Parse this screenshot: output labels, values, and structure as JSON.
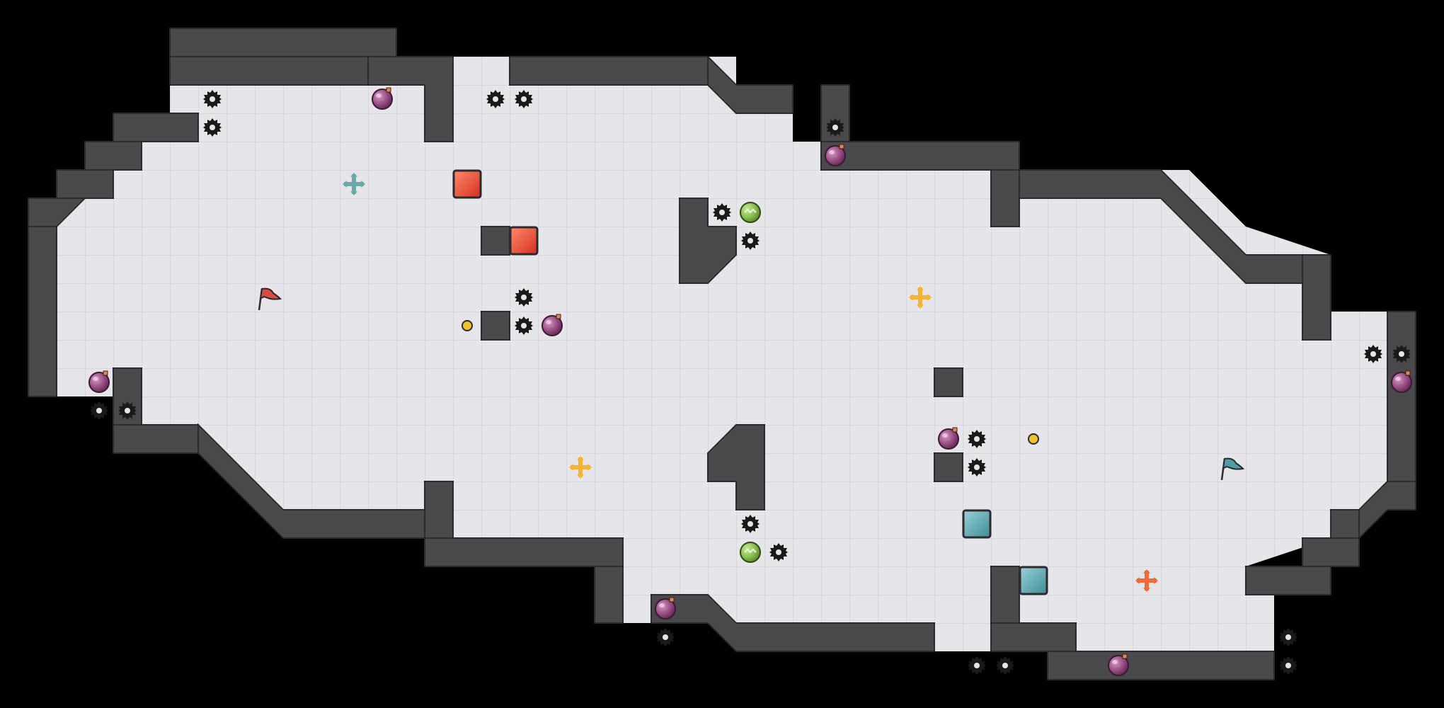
{
  "game": {
    "grid_cols": 50,
    "grid_rows": 25,
    "colors": {
      "background": "#000000",
      "floor": "#e6e6ea",
      "grid_line": "#d2d2d8",
      "wall": "#4a4a4d",
      "wall_edge": "#2b2b2d",
      "bomb": "#9b4f86",
      "bomb_green": "#8cc151",
      "red_block": "#e8452e",
      "teal_block": "#4b9aa6",
      "red_flag": "#d94a3f",
      "teal_flag": "#4d9ca8",
      "cross_teal": "#6aa9a6",
      "cross_yellow": "#f2b634",
      "cross_orange": "#ef6b3c",
      "coin": "#f2c12e"
    },
    "pieces": {
      "red_flag": {
        "col": 8,
        "row": 9
      },
      "teal_flag": {
        "col": 42,
        "row": 15
      },
      "red_blocks": [
        {
          "col": 15,
          "row": 5
        },
        {
          "col": 17,
          "row": 7
        }
      ],
      "teal_blocks": [
        {
          "col": 33,
          "row": 17
        },
        {
          "col": 35,
          "row": 19
        }
      ],
      "crosses": [
        {
          "col": 11,
          "row": 5,
          "color": "teal"
        },
        {
          "col": 31,
          "row": 9,
          "color": "yellow"
        },
        {
          "col": 19,
          "row": 15,
          "color": "yellow"
        },
        {
          "col": 39,
          "row": 19,
          "color": "orange"
        }
      ],
      "coins": [
        {
          "col": 15,
          "row": 10
        },
        {
          "col": 35,
          "row": 14
        }
      ],
      "bombs": [
        {
          "col": 12,
          "row": 2
        },
        {
          "col": 28,
          "row": 4
        },
        {
          "col": 18,
          "row": 10
        },
        {
          "col": 2,
          "row": 12
        },
        {
          "col": 48,
          "row": 12
        },
        {
          "col": 32,
          "row": 14
        },
        {
          "col": 22,
          "row": 20
        },
        {
          "col": 38,
          "row": 22
        }
      ],
      "green_bombs": [
        {
          "col": 25,
          "row": 6
        },
        {
          "col": 25,
          "row": 18
        }
      ],
      "saws": [
        {
          "col": 6,
          "row": 2
        },
        {
          "col": 6,
          "row": 3
        },
        {
          "col": 16,
          "row": 2
        },
        {
          "col": 17,
          "row": 2
        },
        {
          "col": 28,
          "row": 3
        },
        {
          "col": 24,
          "row": 6
        },
        {
          "col": 25,
          "row": 7
        },
        {
          "col": 17,
          "row": 9
        },
        {
          "col": 17,
          "row": 10
        },
        {
          "col": 2,
          "row": 13
        },
        {
          "col": 3,
          "row": 13
        },
        {
          "col": 47,
          "row": 11
        },
        {
          "col": 48,
          "row": 11
        },
        {
          "col": 33,
          "row": 14
        },
        {
          "col": 33,
          "row": 15
        },
        {
          "col": 25,
          "row": 17
        },
        {
          "col": 26,
          "row": 18
        },
        {
          "col": 22,
          "row": 21
        },
        {
          "col": 44,
          "row": 21
        },
        {
          "col": 33,
          "row": 22
        },
        {
          "col": 34,
          "row": 22
        },
        {
          "col": 44,
          "row": 22
        }
      ]
    }
  }
}
